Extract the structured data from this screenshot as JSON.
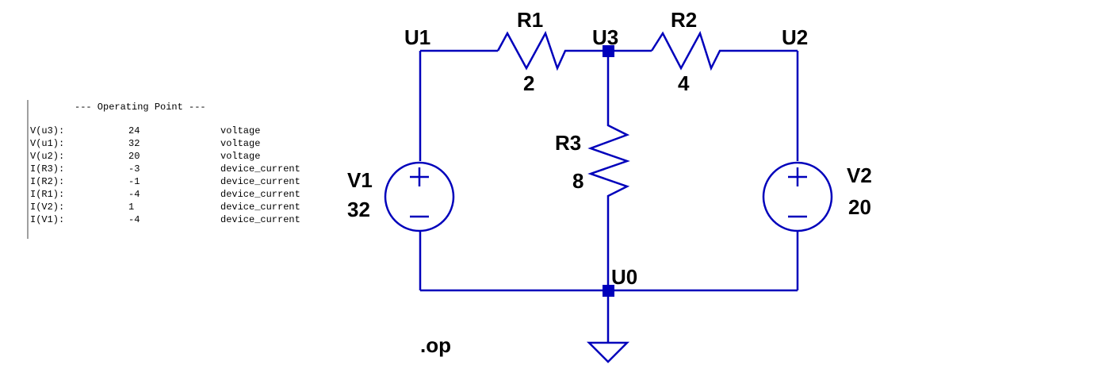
{
  "operating_point": {
    "title": "--- Operating Point ---",
    "rows": [
      {
        "name": "V(u3):",
        "value": "24",
        "type": "voltage"
      },
      {
        "name": "V(u1):",
        "value": "32",
        "type": "voltage"
      },
      {
        "name": "V(u2):",
        "value": "20",
        "type": "voltage"
      },
      {
        "name": "I(R3):",
        "value": "-3",
        "type": "device_current"
      },
      {
        "name": "I(R2):",
        "value": "-1",
        "type": "device_current"
      },
      {
        "name": "I(R1):",
        "value": "-4",
        "type": "device_current"
      },
      {
        "name": "I(V2):",
        "value": "1",
        "type": "device_current"
      },
      {
        "name": "I(V1):",
        "value": "-4",
        "type": "device_current"
      }
    ]
  },
  "schematic": {
    "nodes": {
      "u1": "U1",
      "u2": "U2",
      "u3": "U3",
      "u0": "U0"
    },
    "r1": {
      "name": "R1",
      "value": "2"
    },
    "r2": {
      "name": "R2",
      "value": "4"
    },
    "r3": {
      "name": "R3",
      "value": "8"
    },
    "v1": {
      "name": "V1",
      "value": "32"
    },
    "v2": {
      "name": "V2",
      "value": "20"
    },
    "directive": ".op",
    "wire_color": "#0000bb"
  }
}
